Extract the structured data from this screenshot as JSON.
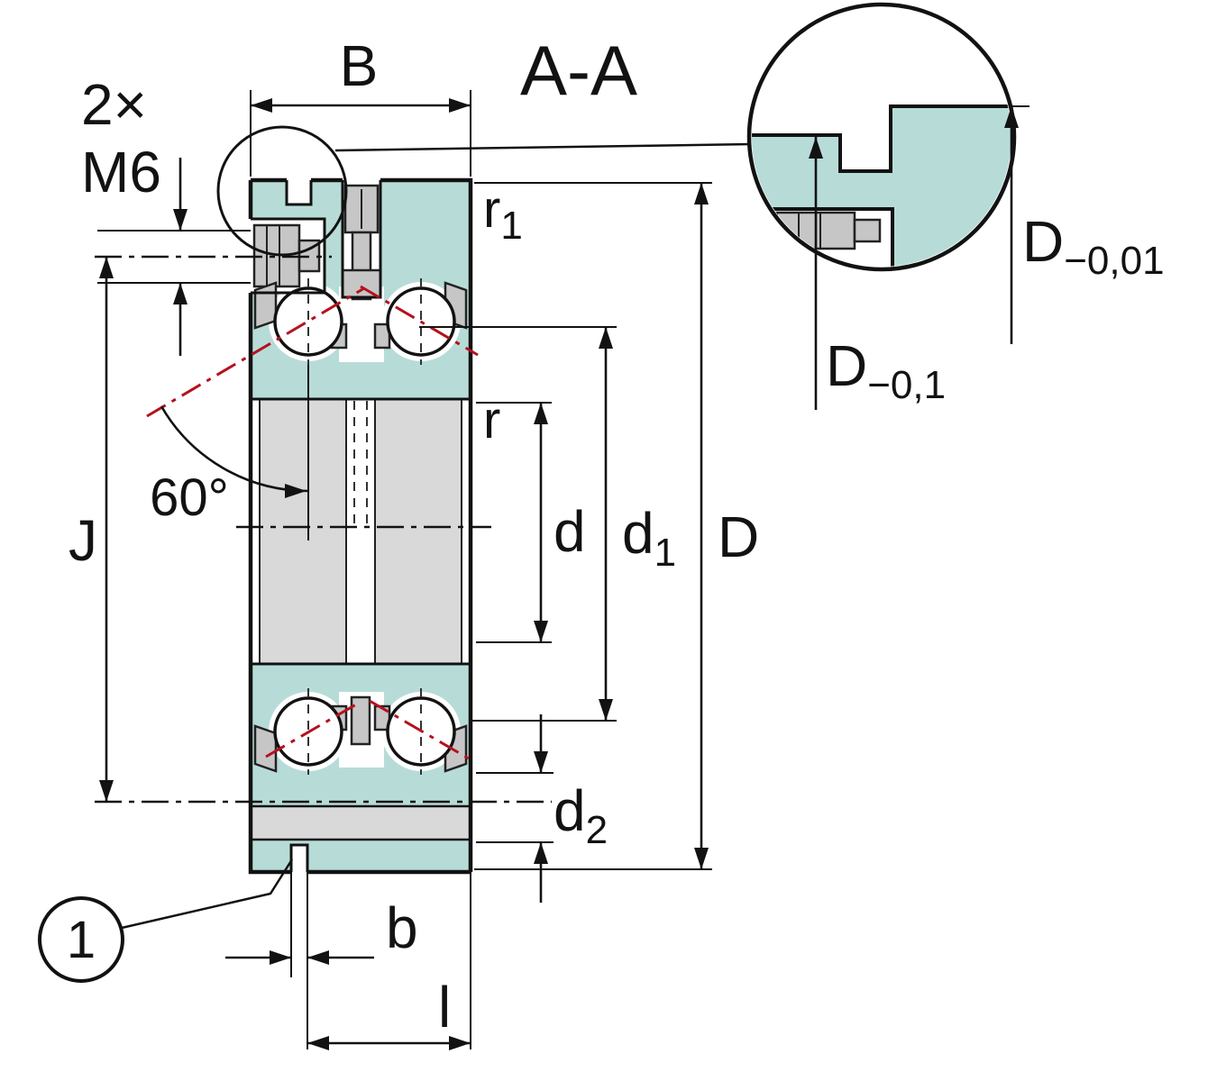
{
  "colors": {
    "ring": "#b7dcd8",
    "steel": "#c6c6c6",
    "band": "#d9d9d9",
    "line": "#121212",
    "red": "#b5121d"
  },
  "labels": {
    "section": "A-A",
    "screw_count": "2×",
    "screw_size": "M6",
    "angle": "60°",
    "callout1": "1",
    "dim_B": "B",
    "dim_J": "J",
    "dim_D": "D",
    "dim_d": "d",
    "dim_d1_base": "d",
    "dim_d1_sub": "1",
    "dim_d2_base": "d",
    "dim_d2_sub": "2",
    "dim_r": "r",
    "dim_r1_base": "r",
    "dim_r1_sub": "1",
    "dim_b": "b",
    "dim_l": "l",
    "tol_D1_base": "D",
    "tol_D1_sub": "−0,1",
    "tol_D01_base": "D",
    "tol_D01_sub": "−0,01"
  }
}
